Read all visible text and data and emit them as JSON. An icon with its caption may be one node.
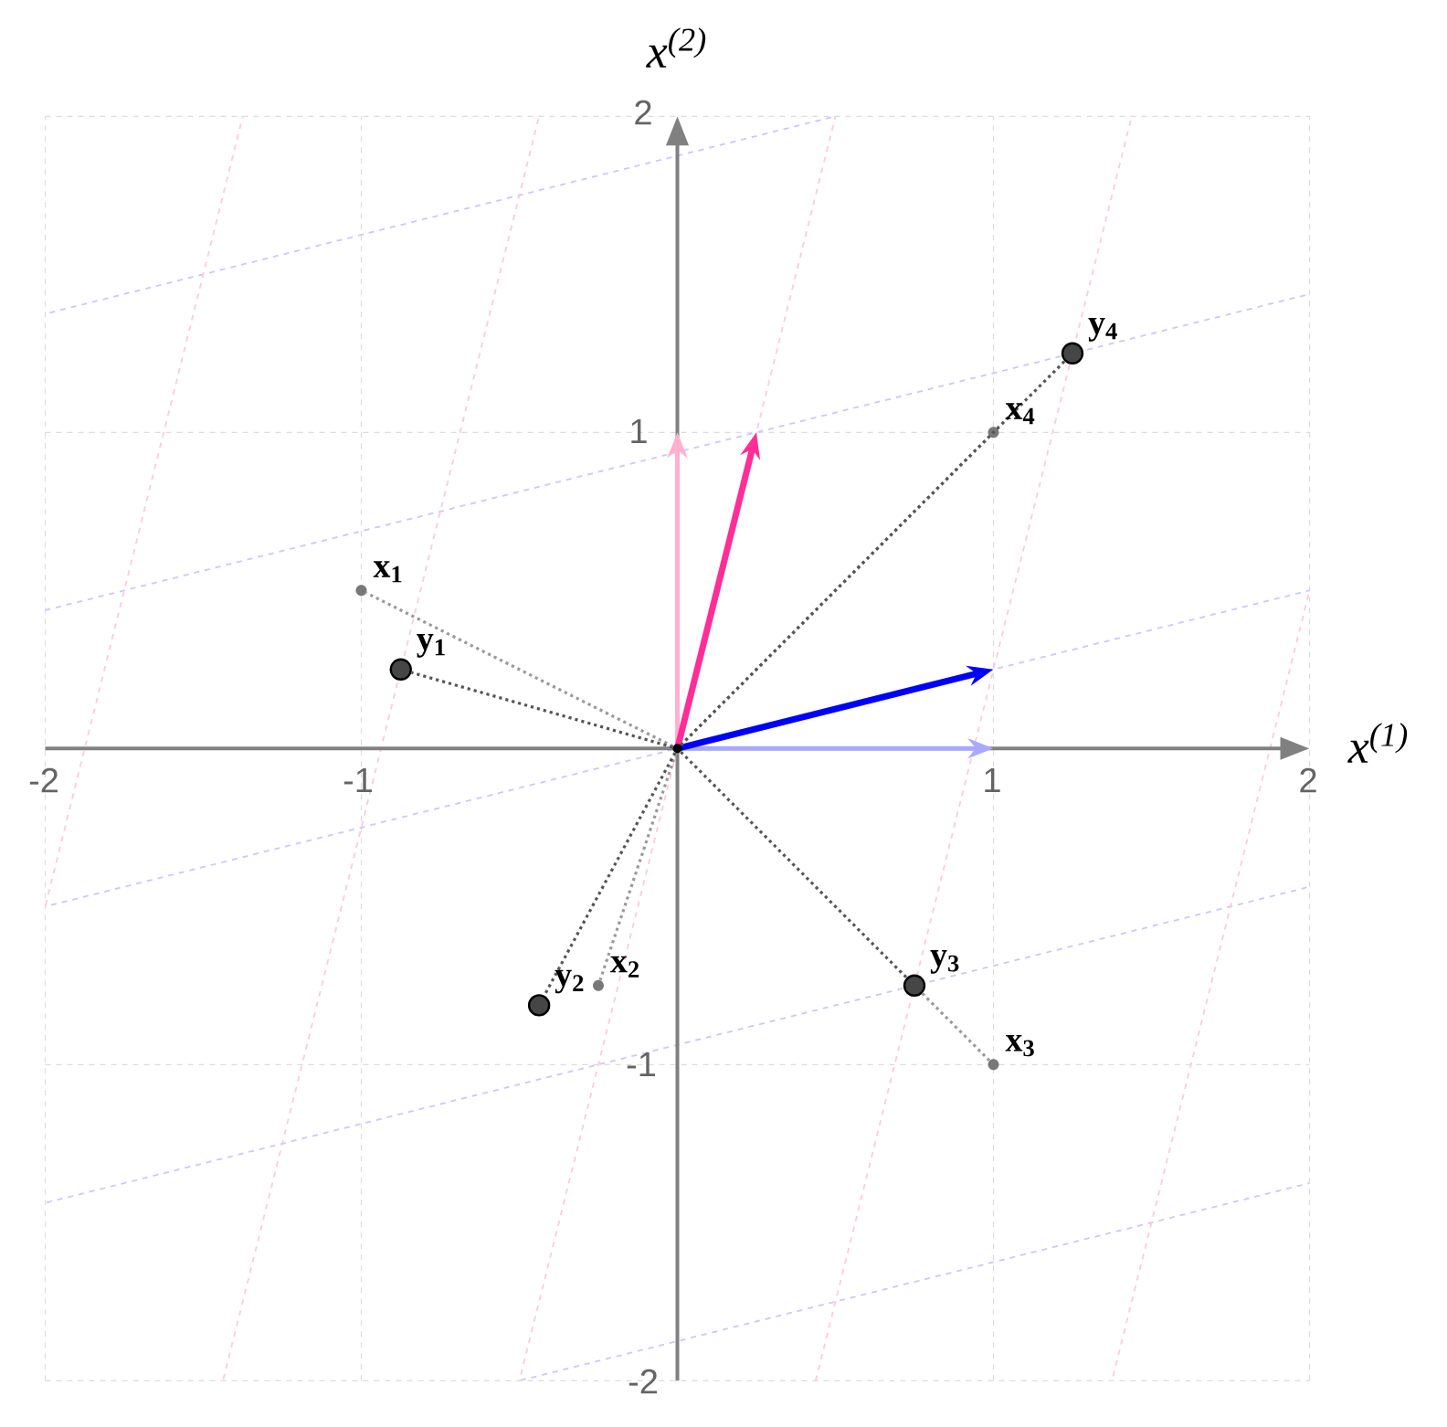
{
  "diagram": {
    "nodes": [
      {
        "text": [],
        "shape": "circle"
      },
      {
        "text": [],
        "shape": "circle",
        "beside": [
          "x$_{1}$"
        ]
      },
      {
        "text": [],
        "shape": "circle",
        "beside": [
          "y$_{1}$"
        ]
      },
      {
        "text": [],
        "shape": "circle",
        "beside": [
          "x$_{2}$"
        ]
      },
      {
        "text": [],
        "shape": "circle",
        "beside": [
          "y$_{2}$"
        ]
      },
      {
        "text": [],
        "shape": "circle",
        "beside": [
          "x$_{3}$"
        ]
      },
      {
        "text": [],
        "shape": "circle",
        "beside": [
          "y$_{3}$"
        ]
      },
      {
        "text": [],
        "shape": "circle",
        "beside": [
          "x$_{4}$"
        ]
      },
      {
        "text": [],
        "shape": "circle",
        "beside": [
          "y$_{4}$"
        ]
      }
    ],
    "edges": [
      {
        "from": 0,
        "to": 1,
        "arrow": "none",
        "color": "#9a9a9a"
      },
      {
        "from": 0,
        "to": 2,
        "arrow": "none",
        "color": "#555555"
      },
      {
        "from": 0,
        "to": 3,
        "arrow": "none",
        "color": "#9a9a9a"
      },
      {
        "from": 0,
        "to": 4,
        "arrow": "none",
        "color": "#555555"
      },
      {
        "from": 6,
        "to": 5,
        "arrow": "none",
        "color": "#9a9a9a"
      },
      {
        "from": 0,
        "to": 6,
        "arrow": "none",
        "color": "#555555"
      },
      {
        "from": 0,
        "to": 7,
        "arrow": "none",
        "color": "#9a9a9a"
      },
      {
        "from": 0,
        "to": 8,
        "arrow": "none",
        "color": "#555555"
      }
    ],
    "labels": [
      "x$^{(2)}$",
      "2",
      "1",
      "x$^{(1)}$",
      "-2",
      "-1",
      "1",
      "2",
      "-1",
      "-2"
    ]
  }
}
